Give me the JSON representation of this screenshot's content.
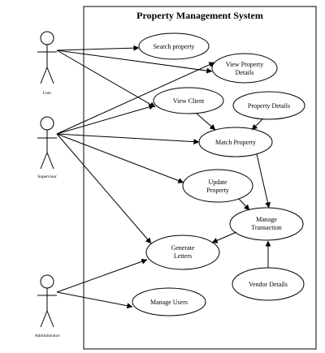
{
  "system": {
    "title": "Property Management System"
  },
  "actors": {
    "user": "User",
    "supervisor": "Supervisor",
    "administrator": "Administrator"
  },
  "use_cases": {
    "search_property": [
      "Search property"
    ],
    "view_property_details": [
      "View Property",
      "Details"
    ],
    "view_client": [
      "View Client"
    ],
    "property_details": [
      "Property Details"
    ],
    "match_property": [
      "Match Property"
    ],
    "update_property": [
      "Update",
      "Property"
    ],
    "manage_transaction": [
      "Manage",
      "Transaction"
    ],
    "generate_letters": [
      "Generate",
      "Letters"
    ],
    "vendor_details": [
      "Vendor Details"
    ],
    "manage_users": [
      "Manage Users"
    ]
  }
}
